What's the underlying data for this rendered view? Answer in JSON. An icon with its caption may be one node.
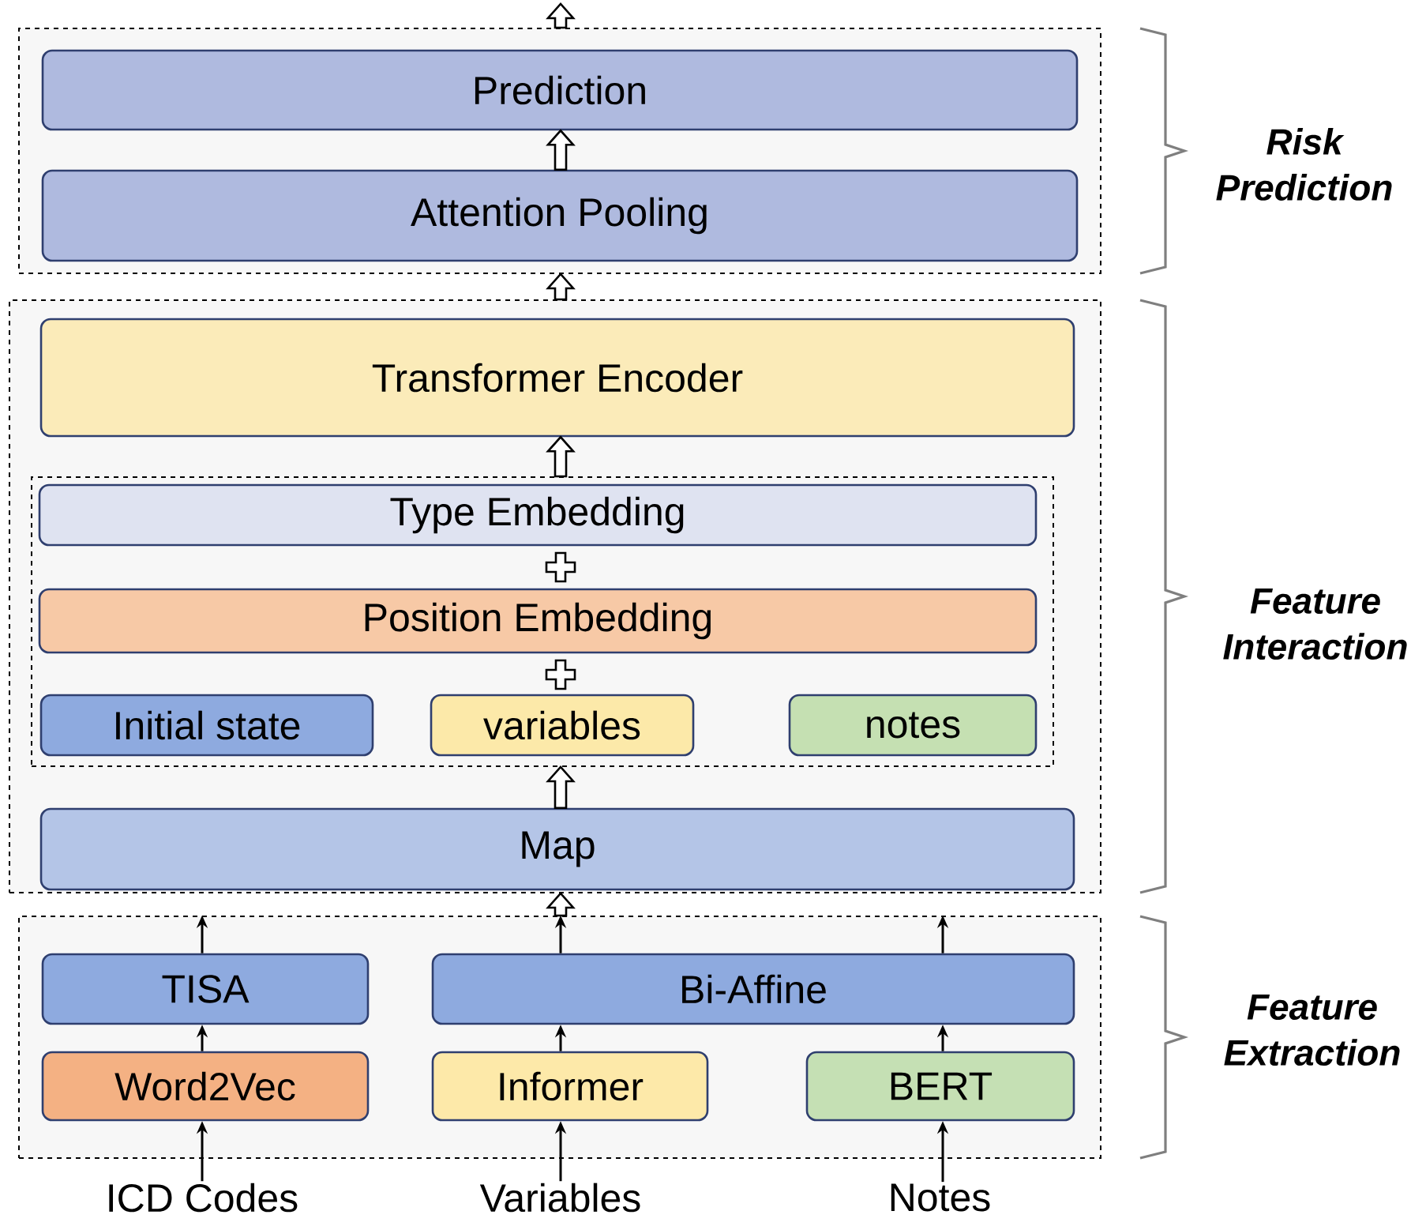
{
  "diagram": {
    "nodes": [
      {
        "text": [
          "Risk Prediction"
        ]
      },
      {
        "text": [
          "Prediction"
        ],
        "in": 0
      },
      {
        "text": [
          "Attention Pooling"
        ],
        "in": 0
      },
      {
        "text": [
          "Feature Interaction"
        ]
      },
      {
        "text": [
          "Transformer Encoder"
        ],
        "in": 3
      },
      {
        "text": [],
        "shape": "box",
        "in": 3
      },
      {
        "text": [
          "Type Embedding"
        ],
        "in": 5
      },
      {
        "text": [
          "Position Embedding"
        ],
        "in": 5
      },
      {
        "text": [
          "Initial state"
        ],
        "in": 5
      },
      {
        "text": [
          "variables"
        ],
        "in": 5
      },
      {
        "text": [
          "notes"
        ],
        "in": 5
      },
      {
        "text": [
          "Map"
        ],
        "in": 3
      },
      {
        "text": [
          "Feature Extraction"
        ]
      },
      {
        "text": [
          "TISA"
        ],
        "in": 12
      },
      {
        "text": [
          "Bi-Affine"
        ],
        "in": 12
      },
      {
        "text": [
          "Word2Vec"
        ],
        "in": 12
      },
      {
        "text": [
          "Informer"
        ],
        "in": 12
      },
      {
        "text": [
          "BERT"
        ],
        "in": 12
      },
      {
        "text": [
          "ICD Codes"
        ]
      },
      {
        "text": [
          "Variables"
        ]
      },
      {
        "text": [
          "Notes"
        ]
      }
    ],
    "edges": [
      {
        "from": 0,
        "to": null,
        "arrow": "to",
        "style": "thick"
      },
      {
        "from": 2,
        "to": 1,
        "arrow": "to",
        "style": "thick"
      },
      {
        "from": 3,
        "to": 0,
        "arrow": "to",
        "style": "thick"
      },
      {
        "from": 5,
        "to": 4,
        "arrow": "to",
        "style": "thick"
      },
      {
        "from": 11,
        "to": 5,
        "arrow": "to",
        "style": "thick"
      },
      {
        "from": 12,
        "to": 3,
        "arrow": "to",
        "style": "thick"
      },
      {
        "from": 13,
        "to": null,
        "arrow": "to"
      },
      {
        "from": 14,
        "to": null,
        "arrow": "to"
      },
      {
        "from": 14,
        "to": null,
        "arrow": "to"
      },
      {
        "from": 15,
        "to": 13,
        "arrow": "to"
      },
      {
        "from": 16,
        "to": 14,
        "arrow": "to"
      },
      {
        "from": 17,
        "to": 14,
        "arrow": "to"
      },
      {
        "from": 18,
        "to": 15,
        "arrow": "to"
      },
      {
        "from": 19,
        "to": 16,
        "arrow": "to"
      },
      {
        "from": 20,
        "to": 17,
        "arrow": "to"
      }
    ]
  }
}
